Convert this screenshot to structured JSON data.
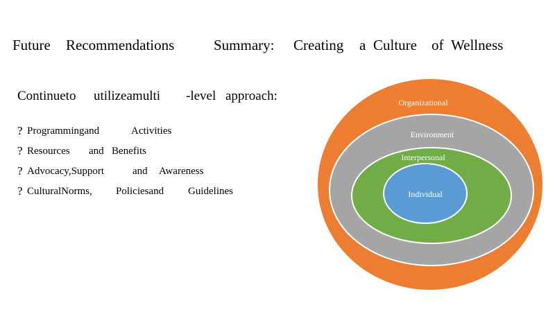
{
  "title": {
    "words": [
      "Future",
      "Recommendations",
      "Summary:",
      "Creating",
      "a",
      "Culture",
      "of",
      "Wellness"
    ]
  },
  "subtitle": {
    "words": [
      "Continueto",
      "utilizeamulti",
      "-level",
      "approach:"
    ]
  },
  "bullets": {
    "mark": "?",
    "items": [
      {
        "words": [
          "Programmingand",
          "Activities"
        ]
      },
      {
        "words": [
          "Resources",
          "and",
          "Benefits"
        ]
      },
      {
        "words": [
          "Advocacy,Support",
          "and",
          "Awareness"
        ]
      },
      {
        "words": [
          "CulturalNorms,",
          "Policiesand",
          "Guidelines"
        ]
      }
    ]
  },
  "diagram": {
    "rings": [
      {
        "label": "Organizational",
        "color": "#ed7d31"
      },
      {
        "label": "Environment",
        "color": "#a5a5a5"
      },
      {
        "label": "Interpersonal",
        "color": "#70ad47"
      },
      {
        "label": "Individual",
        "color": "#5b9bd5"
      }
    ],
    "outline_color": "#ffffff"
  }
}
